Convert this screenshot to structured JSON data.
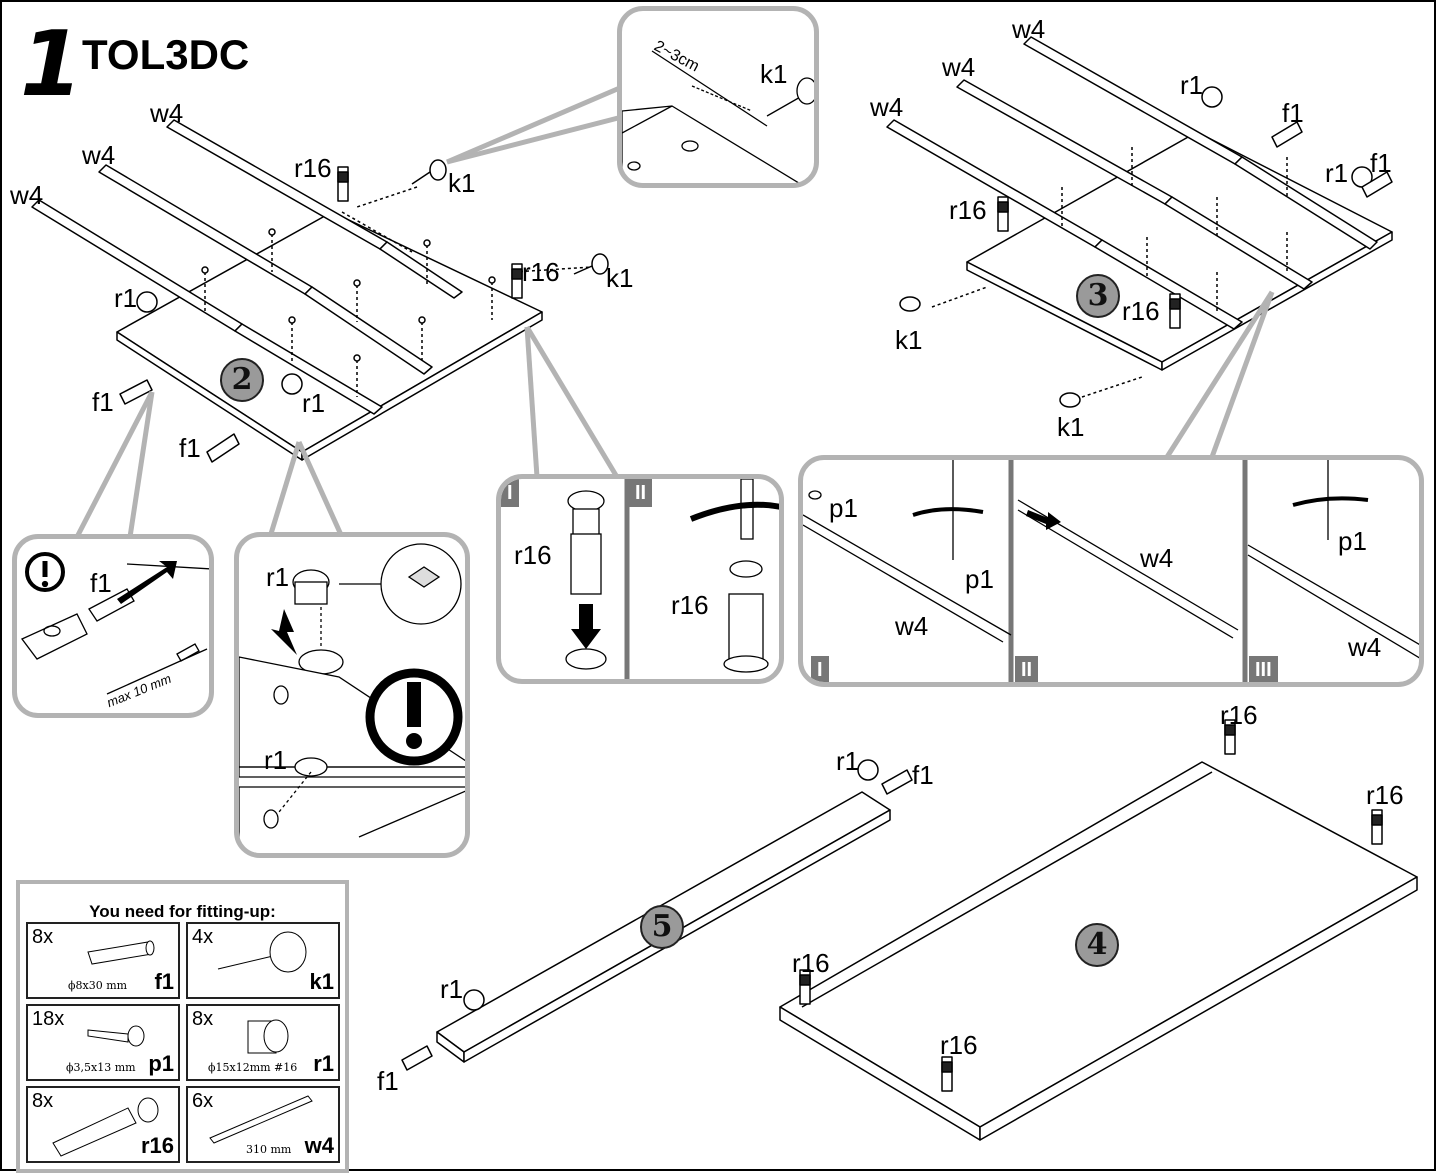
{
  "header": {
    "step_number": "1",
    "title": "TOL3DC"
  },
  "labels": {
    "w4": "w4",
    "r16": "r16",
    "k1": "k1",
    "r1": "r1",
    "f1": "f1",
    "p1": "p1",
    "dist": "2~3cm",
    "max10": "max 10 mm"
  },
  "steps": {
    "s2": "2",
    "s3": "3",
    "s4": "4",
    "s5": "5"
  },
  "romans": {
    "i": "I",
    "ii": "II",
    "iii": "III"
  },
  "parts": {
    "title": "You need for fitting-up:",
    "items": [
      {
        "qty": "8x",
        "dim": "ϕ8x30 mm",
        "code": "f1"
      },
      {
        "qty": "4x",
        "dim": "",
        "code": "k1"
      },
      {
        "qty": "18x",
        "dim": "ϕ3,5x13 mm",
        "code": "p1"
      },
      {
        "qty": "8x",
        "dim": "ϕ15x12mm  #16",
        "code": "r1"
      },
      {
        "qty": "8x",
        "dim": "",
        "code": "r16"
      },
      {
        "qty": "6x",
        "dim": "310 mm",
        "code": "w4"
      }
    ]
  }
}
